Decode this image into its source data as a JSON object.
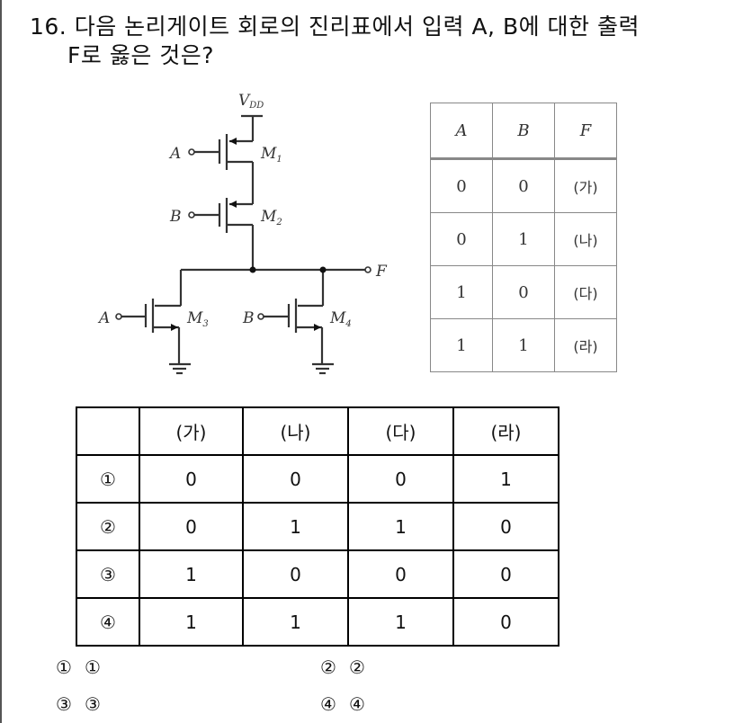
{
  "question": {
    "number": "16.",
    "line1": "다음 논리게이트 회로의 진리표에서 입력 A, B에 대한 출력",
    "line2": "F로 옳은 것은?"
  },
  "circuit": {
    "supply_label": "V",
    "supply_sub": "DD",
    "output_label": "F",
    "transistors": [
      {
        "name": "M",
        "sub": "1",
        "input": "A",
        "type": "PMOS"
      },
      {
        "name": "M",
        "sub": "2",
        "input": "B",
        "type": "PMOS"
      },
      {
        "name": "M",
        "sub": "3",
        "input": "A",
        "type": "NMOS"
      },
      {
        "name": "M",
        "sub": "4",
        "input": "B",
        "type": "NMOS"
      }
    ]
  },
  "truth_table": {
    "headers": [
      "A",
      "B",
      "F"
    ],
    "rows": [
      [
        "0",
        "0",
        "(가)"
      ],
      [
        "0",
        "1",
        "(나)"
      ],
      [
        "1",
        "0",
        "(다)"
      ],
      [
        "1",
        "1",
        "(라)"
      ]
    ]
  },
  "answer_table": {
    "headers": [
      "",
      "(가)",
      "(나)",
      "(다)",
      "(라)"
    ],
    "rows": [
      [
        "①",
        "0",
        "0",
        "0",
        "1"
      ],
      [
        "②",
        "0",
        "1",
        "1",
        "0"
      ],
      [
        "③",
        "1",
        "0",
        "0",
        "0"
      ],
      [
        "④",
        "1",
        "1",
        "1",
        "0"
      ]
    ]
  },
  "choices": [
    {
      "marker": "①",
      "text": "①"
    },
    {
      "marker": "②",
      "text": "②"
    },
    {
      "marker": "③",
      "text": "③"
    },
    {
      "marker": "④",
      "text": "④"
    }
  ]
}
